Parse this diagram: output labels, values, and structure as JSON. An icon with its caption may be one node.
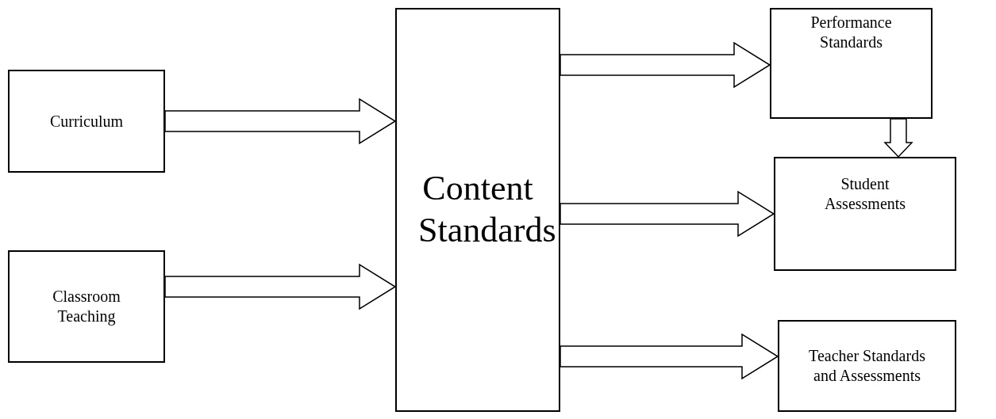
{
  "diagram": {
    "nodes": [
      {
        "text": [
          "Curriculum"
        ]
      },
      {
        "text": [
          "Classroom Teaching"
        ]
      },
      {
        "text": [
          "Content Standards"
        ]
      },
      {
        "text": [
          "Performance Standards"
        ]
      },
      {
        "text": [
          "Student Assessments"
        ]
      },
      {
        "text": [
          "Teacher Standards and Assessments"
        ]
      }
    ],
    "edges": [
      {
        "from": 0,
        "to": 2,
        "arrow": "to"
      },
      {
        "from": 1,
        "to": 2,
        "arrow": "to"
      },
      {
        "from": 2,
        "to": 3,
        "arrow": "to"
      },
      {
        "from": 2,
        "to": 4,
        "arrow": "to"
      },
      {
        "from": 2,
        "to": 5,
        "arrow": "to"
      },
      {
        "from": 3,
        "to": 4,
        "arrow": "to"
      }
    ]
  }
}
